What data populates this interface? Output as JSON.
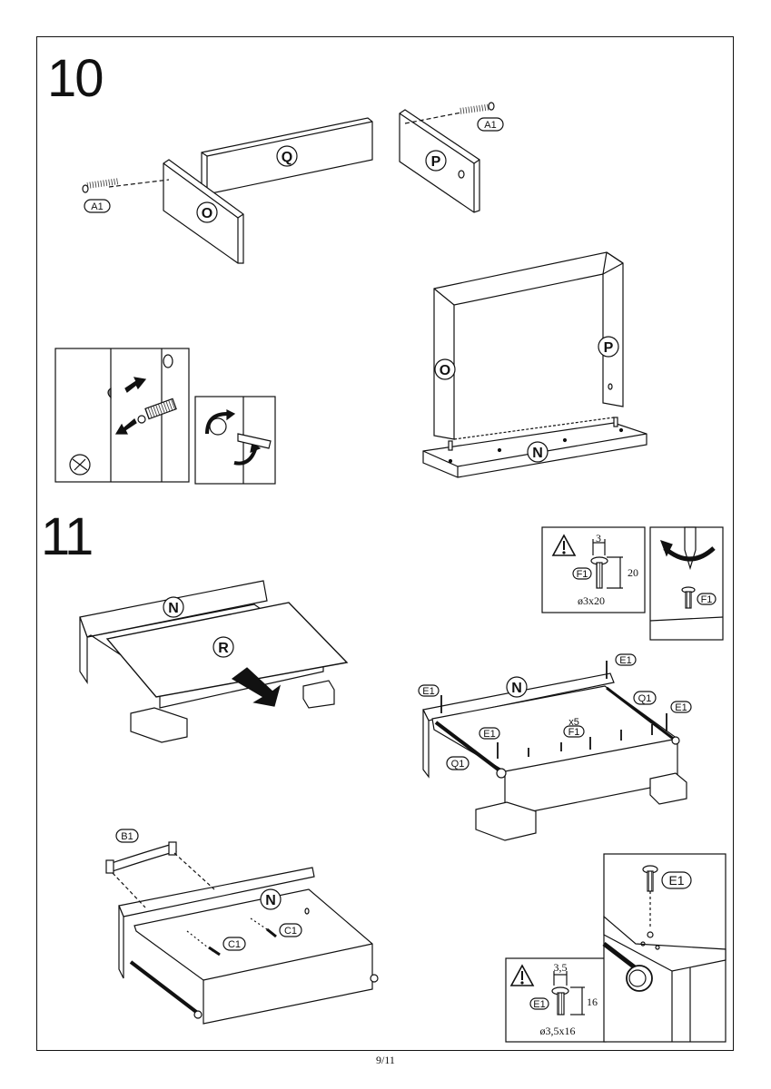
{
  "page": {
    "step_10": "10",
    "step_11": "11",
    "page_number": "9/11"
  },
  "labels": {
    "Q": "Q",
    "P": "P",
    "O": "O",
    "N": "N",
    "R": "R",
    "A1": "A1",
    "B1": "B1",
    "C1": "C1",
    "E1": "E1",
    "F1": "F1",
    "Q1": "Q1",
    "x5": "x5"
  },
  "callout_f1": {
    "width": "3",
    "length": "20",
    "spec": "ø3x20",
    "part": "F1"
  },
  "callout_e1": {
    "width": "3,5",
    "length": "16",
    "spec": "ø3,5x16",
    "part": "E1"
  }
}
